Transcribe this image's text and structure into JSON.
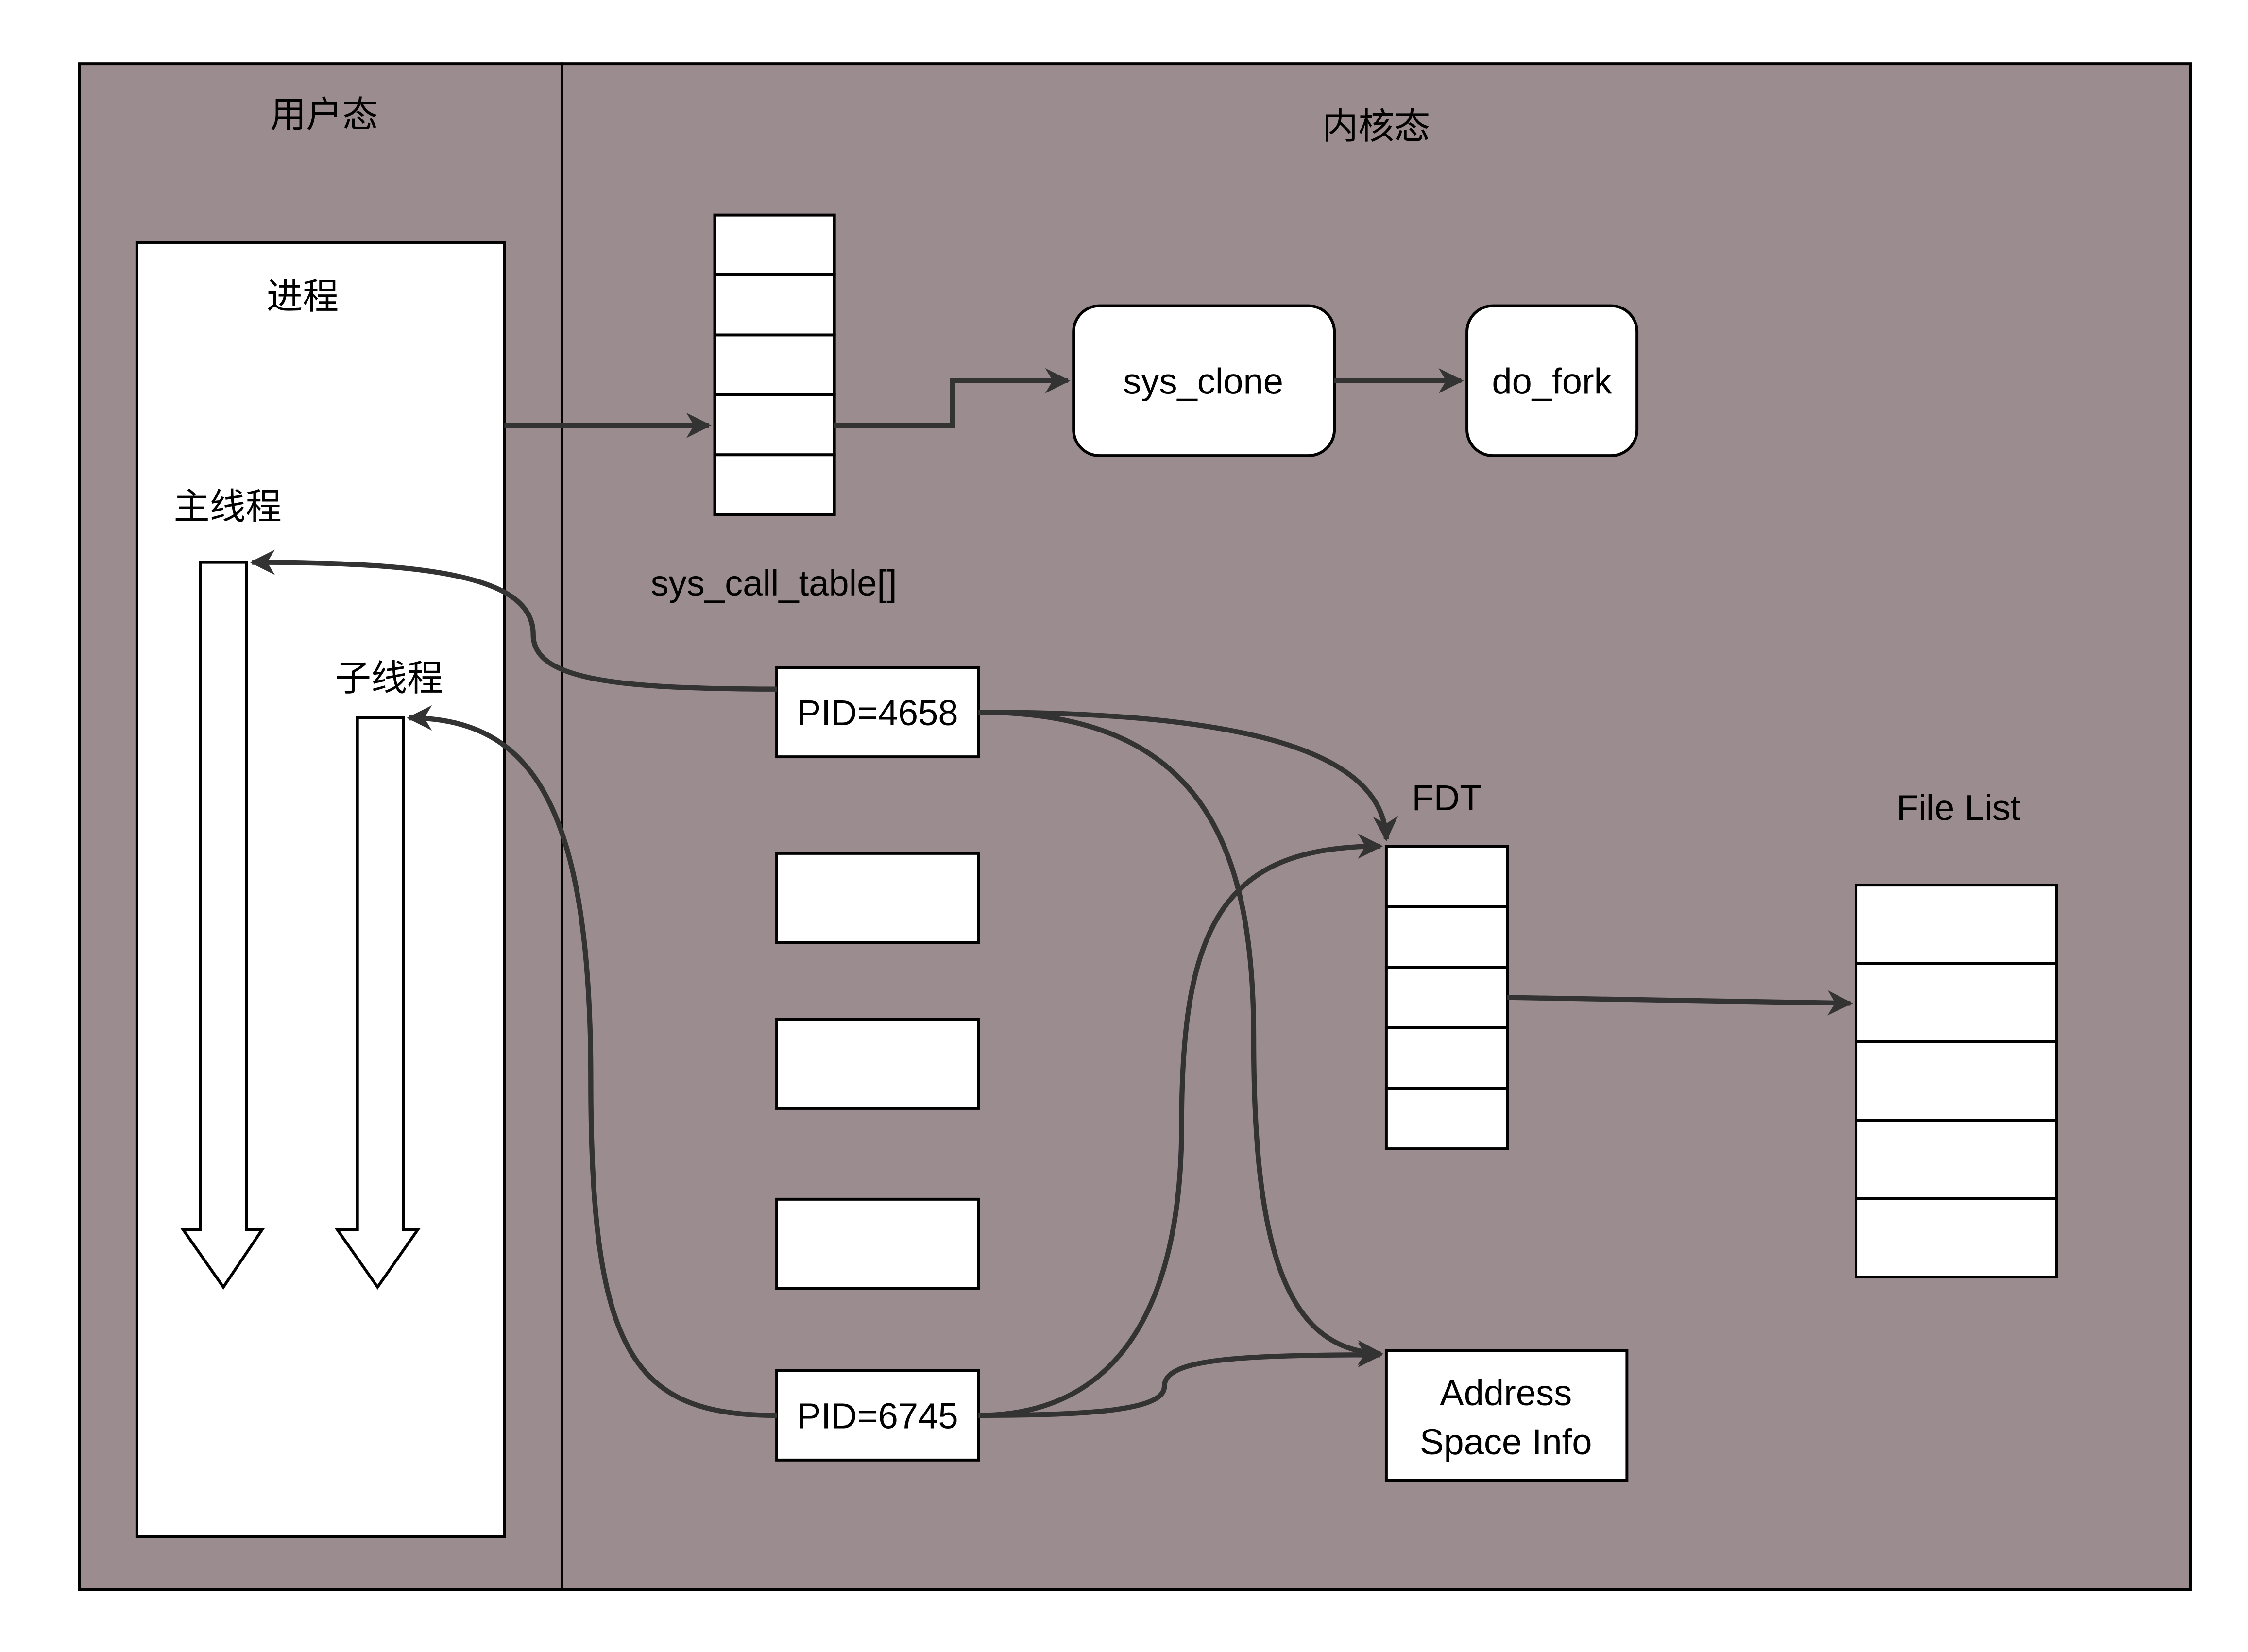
{
  "colors": {
    "region_fill": "#9b8c90",
    "box_fill": "#ffffff",
    "stroke": "#000000",
    "arrow": "#333333"
  },
  "regions": {
    "user_mode": "用户态",
    "kernel_mode": "内核态"
  },
  "process": {
    "title": "进程",
    "main_thread": "主线程",
    "child_thread": "子线程"
  },
  "syscall_table": {
    "label": "sys_call_table[]",
    "slots": 5
  },
  "functions": {
    "sys_clone": "sys_clone",
    "do_fork": "do_fork"
  },
  "task_list": {
    "first": "PID=4658",
    "last": "PID=6745",
    "middle_count": 3
  },
  "fdt": {
    "label": "FDT",
    "slots": 5
  },
  "file_list": {
    "label": "File List",
    "slots": 5
  },
  "address_space": {
    "line1": "Address",
    "line2": "Space Info"
  }
}
